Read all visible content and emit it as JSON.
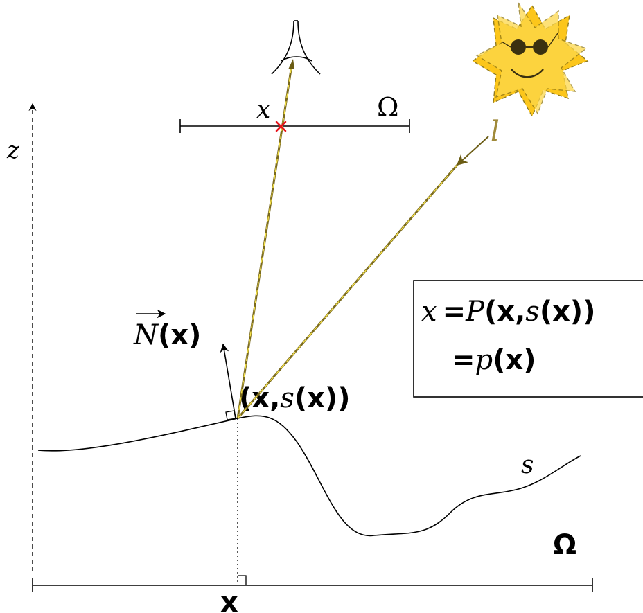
{
  "labels": {
    "z_axis": "z",
    "screen_point": "x",
    "screen_domain": "Ω",
    "light": "l",
    "normal_N": "N",
    "normal_arg": "(x)",
    "surface_point_open": "(",
    "surface_point_x": "x",
    "surface_point_comma": ",",
    "surface_point_s": "s",
    "surface_point_arg": "(x))",
    "surface": "s",
    "ground_domain": "Ω",
    "ground_point": "x"
  },
  "equation": {
    "line1_lhs": "x",
    "line1_eq": "=",
    "line1_P": "P",
    "line1_args_open": "(",
    "line1_args_x": "x",
    "line1_args_comma": ",",
    "line1_args_s": "s",
    "line1_args_rest": "(x))",
    "line2_eq": "=",
    "line2_p": "p",
    "line2_args": "(x)"
  },
  "colors": {
    "stroke": "#000000",
    "ray_outer": "#7a6a1e",
    "ray_inner": "#f5e24a",
    "marker": "#e8141b",
    "sun_fill": "#fcc40f",
    "sun_fill_light": "#fdd84a",
    "sun_stroke": "#8a7418",
    "light_label": "#a08a3a"
  },
  "icons": {
    "eye": "eye-icon",
    "sun": "sun-icon",
    "marker": "cross-marker-icon"
  }
}
